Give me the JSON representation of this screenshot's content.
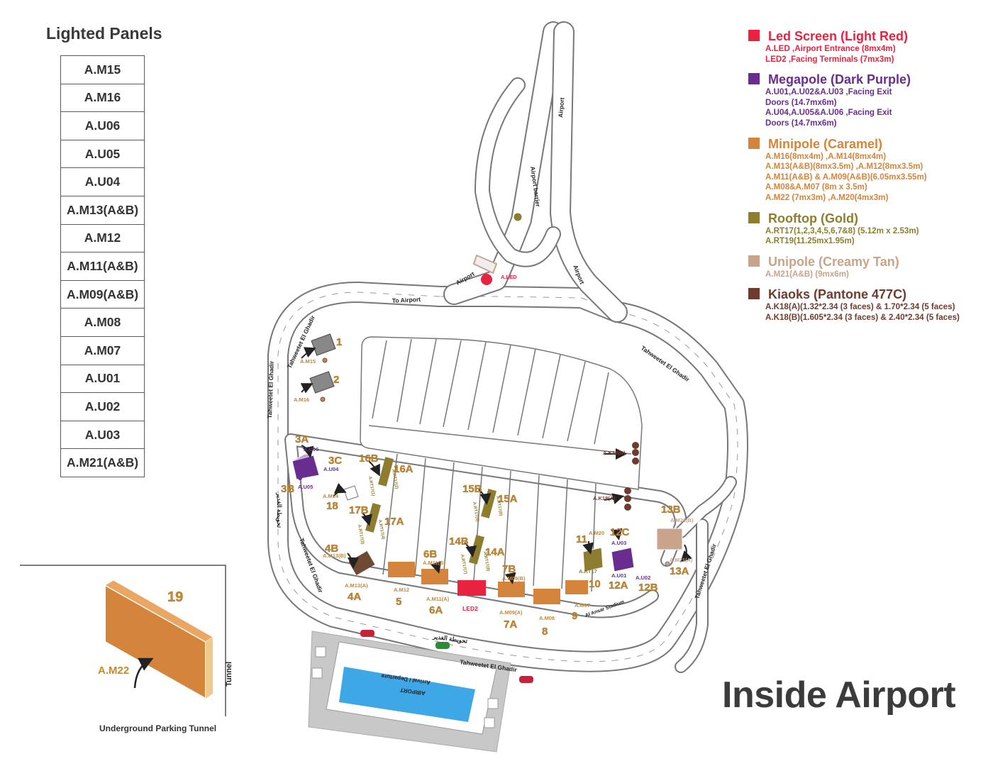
{
  "lighted_panels": {
    "title": "Lighted Panels",
    "items": [
      "A.M15",
      "A.M16",
      "A.U06",
      "A.U05",
      "A.U04",
      "A.M13(A&B)",
      "A.M12",
      "A.M11(A&B)",
      "A.M09(A&B)",
      "A.M08",
      "A.M07",
      "A.U01",
      "A.U02",
      "A.U03",
      "A.M21(A&B)"
    ]
  },
  "legend": [
    {
      "title": "Led Screen (Light Red)",
      "color": "#e8223f",
      "lines": [
        "A.LED ,Airport Entrance (8mx4m)",
        "LED2 ,Facing Terminals  (7mx3m)"
      ]
    },
    {
      "title": "Megapole (Dark Purple)",
      "color": "#6a2d8f",
      "lines": [
        "A.U01,A.U02&A.U03 ,Facing Exit",
        "Doors (14.7mx6m)",
        "A.U04,A.U05&A.U06 ,Facing Exit",
        "Doors (14.7mx6m)"
      ]
    },
    {
      "title": "Minipole (Caramel)",
      "color": "#d4843b",
      "lines": [
        "A.M16(8mx4m) ,A.M14(8mx4m)",
        "A.M13(A&B)(8mx3.5m) ,A.M12(8mx3.5m)",
        "A.M11(A&B) & A.M09(A&B)(6.05mx3.55m)",
        "A.M08&A.M07 (8m x 3.5m)",
        "A.M22 (7mx3m) ,A.M20(4mx3m)"
      ]
    },
    {
      "title": "Rooftop (Gold)",
      "color": "#8e7d2e",
      "lines": [
        "A.RT17(1,2,3,4,5,6,7&8) (5.12m x 2.53m)",
        "A.RT19(11.25mx1.95m)"
      ]
    },
    {
      "title": "Unipole (Creamy Tan)",
      "color": "#c9a38a",
      "lines": [
        "A.M21(A&B) (9mx6m)"
      ]
    },
    {
      "title": "Kiaoks (Pantone 477C)",
      "color": "#6e3b2e",
      "lines": [
        "A.K18(A)(1.32*2.34 (3 faces) & 1.70*2.34 (5 faces)",
        "A.K18(B)(1.605*2.34 (3 faces) & 2.40*2.34 (5 faces)"
      ]
    }
  ],
  "roads": {
    "airport_top": "Airport",
    "barrier": "Airport barrier",
    "airport_right": "Airport",
    "airport_left": "Airport",
    "to_airport": "To Airport",
    "tahweetet_1": "Tahweetet El Ghadir",
    "tahweetet_2": "Tahweetet El Ghadir",
    "tahweetet_3": "Tahweetet El Ghadir",
    "tahweetet_4": "Tahweetet El Ghadir",
    "tahweetet_5": "Tahweetet El Ghadir",
    "arabic_1": "تحويطة الغدير",
    "arabic_2": "تحويطة الغدير",
    "stadium": "Al Ansar Stadium",
    "tunnel": "Tunnel",
    "terminal_1": "AIRPORT",
    "terminal_2": "Arrival / Departure"
  },
  "numbers": {
    "n1": "1",
    "n2": "2",
    "n3a": "3A",
    "n3b": "3B",
    "n3c": "3C",
    "n4a": "4A",
    "n4b": "4B",
    "n5": "5",
    "n6a": "6A",
    "n6b": "6B",
    "n7a": "7A",
    "n7b": "7B",
    "n8": "8",
    "n9": "9",
    "n10": "10",
    "n11": "11",
    "n12a": "12A",
    "n12b": "12B",
    "n12c": "12C",
    "n13a": "13A",
    "n13b": "13B",
    "n14a": "14A",
    "n14b": "14B",
    "n15a": "15A",
    "n15b": "15B",
    "n16a": "16A",
    "n16b": "16B",
    "n17a": "17A",
    "n17b": "17B",
    "n18": "18",
    "n19": "19"
  },
  "codes": {
    "m15": "A.M15",
    "m16": "A.M16",
    "u06": "A.U06",
    "u04": "A.U04",
    "u05": "A.U05",
    "m14": "A.M14",
    "m13b": "A.M13(B)",
    "m13a": "A.M13(A)",
    "m12": "A.M12",
    "m11b": "A.M11(B)",
    "m11a": "A.M11(A)",
    "led2": "LED2",
    "m09b": "A.M09(B)",
    "m09a": "A.M09(A)",
    "m08": "A.M08",
    "m07": "A.M07",
    "m20": "A.M20",
    "rt17": "A.RT17",
    "u03": "A.U03",
    "u01": "A.U01",
    "u02": "A.U02",
    "m21b": "A.M21(B)",
    "m21a": "A.M21(A)",
    "k18a": "A.K18(A)",
    "k18b": "A.K18(B)",
    "led": "A.LED",
    "m22": "A.M22",
    "rt1": "A.RT17(1)",
    "rt2": "A.RT17(2)",
    "rt3": "A.RT17(3)",
    "rt4": "A.RT17(4)",
    "rt5": "A.RT17(5)",
    "rt6": "A.RT17(6)",
    "rt7": "A.RT17(7)",
    "rt8": "A.RT17(8)"
  },
  "tunnel_caption": "Underground Parking Tunnel",
  "big_title": "Inside Airport",
  "colors": {
    "text_num": "#c8882e",
    "road": "#7a7a7a",
    "caramel": "#d4843b",
    "purple": "#6a2d8f",
    "gold": "#8e7d2e",
    "tan": "#c9a38a",
    "kiosk": "#6e3b2e",
    "red": "#e8223f"
  }
}
